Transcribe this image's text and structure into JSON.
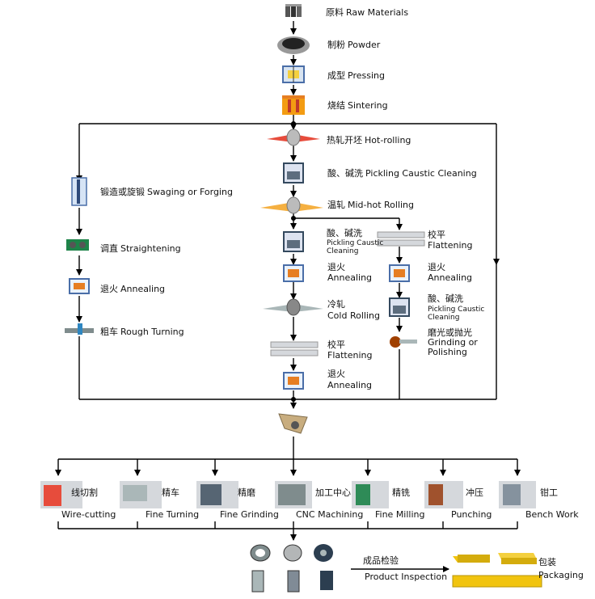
{
  "raw_materials": {
    "zh": "原料",
    "en": "Raw Materials"
  },
  "powder": {
    "zh": "制粉",
    "en": "Powder"
  },
  "pressing": {
    "zh": "成型",
    "en": "Pressing"
  },
  "sintering": {
    "zh": "烧结",
    "en": "Sintering"
  },
  "hot_rolling": {
    "zh": "热轧开坯",
    "en": "Hot-rolling"
  },
  "pickling_center": {
    "zh": "酸、碱洗",
    "en": "Pickling Caustic Cleaning"
  },
  "mid_hot_rolling": {
    "zh": "温轧",
    "en": "Mid-hot Rolling"
  },
  "swaging": {
    "zh": "锻造或旋锻",
    "en": "Swaging or Forging"
  },
  "straightening": {
    "zh": "调直",
    "en": "Straightening"
  },
  "annealing_left": {
    "zh": "退火",
    "en": "Annealing"
  },
  "rough_turning": {
    "zh": "粗车",
    "en": "Rough Turning"
  },
  "pickling_mid": {
    "zh": "酸、碱洗",
    "en1": "Pickling Caustic",
    "en2": "Cleaning"
  },
  "annealing_mid1": {
    "zh": "退火",
    "en": "Annealing"
  },
  "cold_rolling": {
    "zh": "冷轧",
    "en": "Cold Rolling"
  },
  "flattening_mid": {
    "zh": "校平",
    "en": "Flattening"
  },
  "annealing_mid2": {
    "zh": "退火",
    "en": "Annealing"
  },
  "flattening_right": {
    "zh": "校平",
    "en": "Flattening"
  },
  "annealing_right": {
    "zh": "退火",
    "en": "Annealing"
  },
  "pickling_right": {
    "zh": "酸、碱洗",
    "en1": "Pickling Caustic",
    "en2": "Cleaning"
  },
  "grinding_right": {
    "zh": "磨光或抛光",
    "en1": "Grinding or",
    "en2": "Polishing"
  },
  "machining": [
    {
      "zh": "线切割",
      "en": "Wire-cutting"
    },
    {
      "zh": "精车",
      "en": "Fine Turning"
    },
    {
      "zh": "精磨",
      "en": "Fine Grinding"
    },
    {
      "zh": "加工中心",
      "en": "CNC Machining"
    },
    {
      "zh": "精铣",
      "en": "Fine Milling"
    },
    {
      "zh": "冲压",
      "en": "Punching"
    },
    {
      "zh": "钳工",
      "en": "Bench Work"
    }
  ],
  "inspection": {
    "zh": "成品检验",
    "en": "Product Inspection"
  },
  "packaging": {
    "zh": "包装",
    "en": "Packaging"
  }
}
